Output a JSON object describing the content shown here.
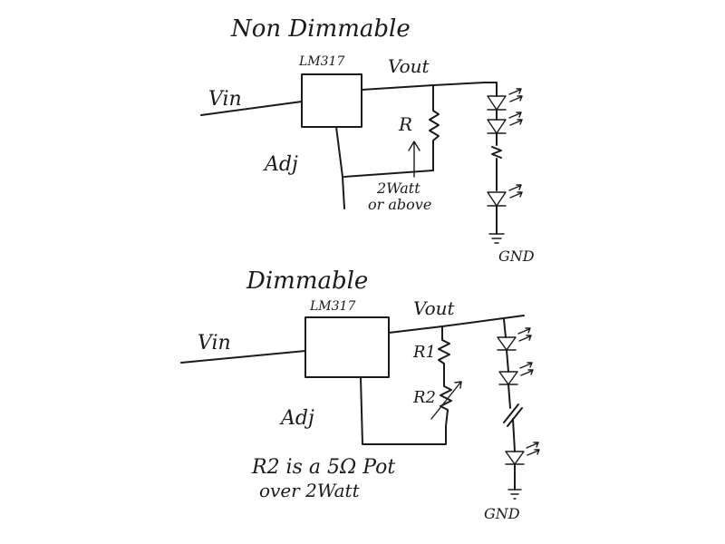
{
  "top": {
    "title": "Non Dimmable",
    "chip_label": "LM317",
    "vin_label": "Vin",
    "vout_label": "Vout",
    "adj_label": "Adj",
    "r_label": "R",
    "note_line1": "2Watt",
    "note_line2": "or above",
    "gnd_label": "GND"
  },
  "bottom": {
    "title": "Dimmable",
    "chip_label": "LM317",
    "vin_label": "Vin",
    "vout_label": "Vout",
    "adj_label": "Adj",
    "r1_label": "R1",
    "r2_label": "R2",
    "note_line1": "R2 is a 5Ω Pot",
    "note_line2": "over 2Watt",
    "gnd_label": "GND"
  }
}
